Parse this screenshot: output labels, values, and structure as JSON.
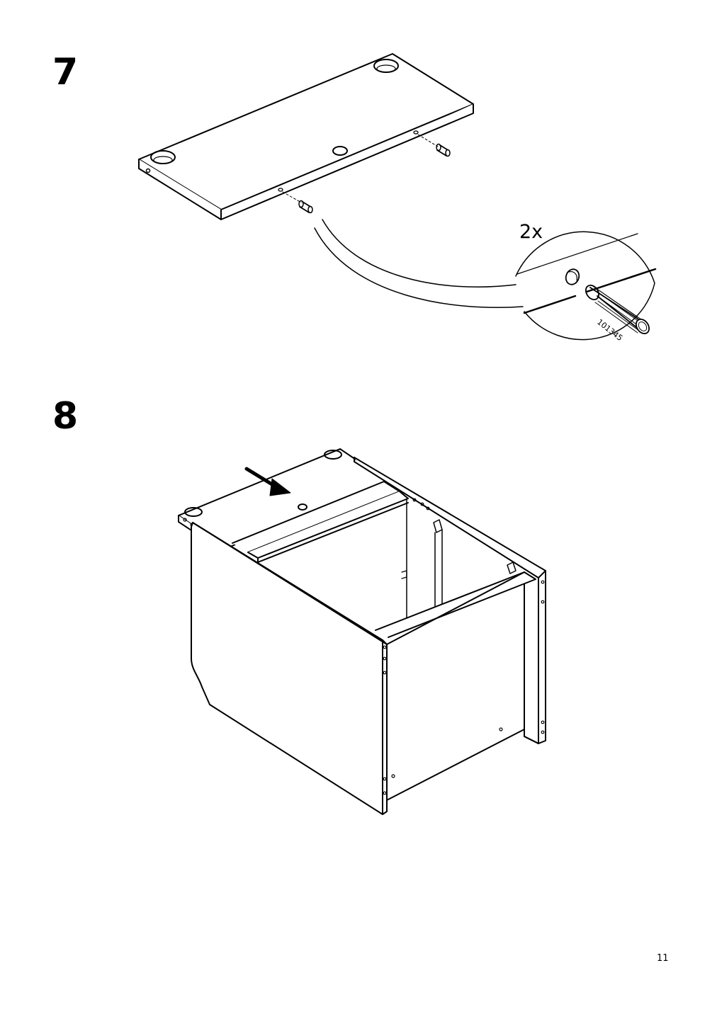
{
  "steps": [
    {
      "number": "7",
      "quantity": "2x",
      "part_number": "101345"
    },
    {
      "number": "8"
    }
  ],
  "page_number": "11",
  "ink_color": "#000000"
}
